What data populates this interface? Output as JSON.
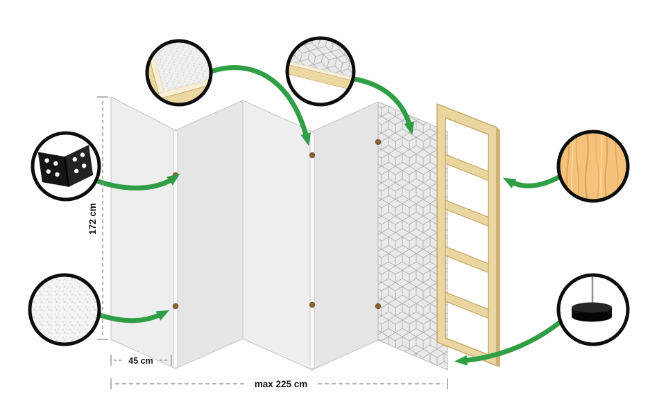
{
  "diagram": {
    "subject": "folding-room-divider-exploded-diagram",
    "panel_count": 5,
    "dimensions": {
      "height": "172 cm",
      "panel_width": "45 cm",
      "max_width": "max 225 cm"
    },
    "callouts": {
      "frame_corner": "frame-corner-detail-icon",
      "pattern_corner": "pattern-fabric-corner-detail-icon",
      "hinge": "metal-hinge-icon",
      "fabric": "fabric-texture-icon",
      "wood": "pine-wood-texture-icon",
      "foot": "rubber-foot-icon"
    },
    "colors": {
      "arrow_green": "#2f9e44",
      "panel_gray": "#ececec",
      "frame_wood": "#e9d6a1",
      "pine_wood": "#f5c27c",
      "hinge_black": "#151515"
    }
  }
}
